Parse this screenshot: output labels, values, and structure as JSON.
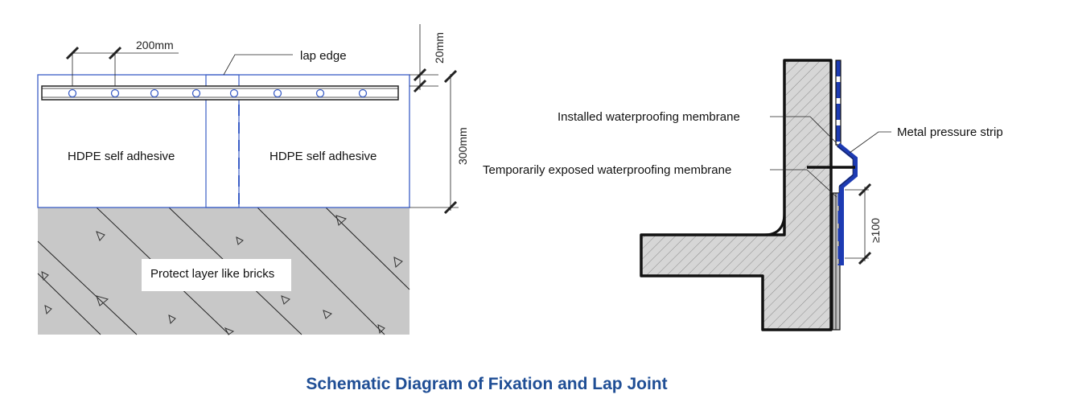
{
  "left_figure": {
    "dim_spacing": "200mm",
    "lap_edge": "lap edge",
    "dim_top": "20mm",
    "dim_height": "300mm",
    "panel_left": "HDPE self adhesive",
    "panel_right": "HDPE self adhesive",
    "protect_layer": "Protect layer like bricks"
  },
  "right_figure": {
    "installed_membrane": "Installed waterproofing membrane",
    "exposed_membrane": "Temporarily exposed waterproofing membrane",
    "pressure_strip": "Metal pressure strip",
    "dim_min": "≥100"
  },
  "caption": "Schematic Diagram of Fixation and Lap Joint",
  "colors": {
    "caption": "#1f4e95",
    "membrane_blue": "#1d3bb3",
    "outline_blue": "#3b5ec6",
    "concrete_gray": "#c7c7c7"
  }
}
